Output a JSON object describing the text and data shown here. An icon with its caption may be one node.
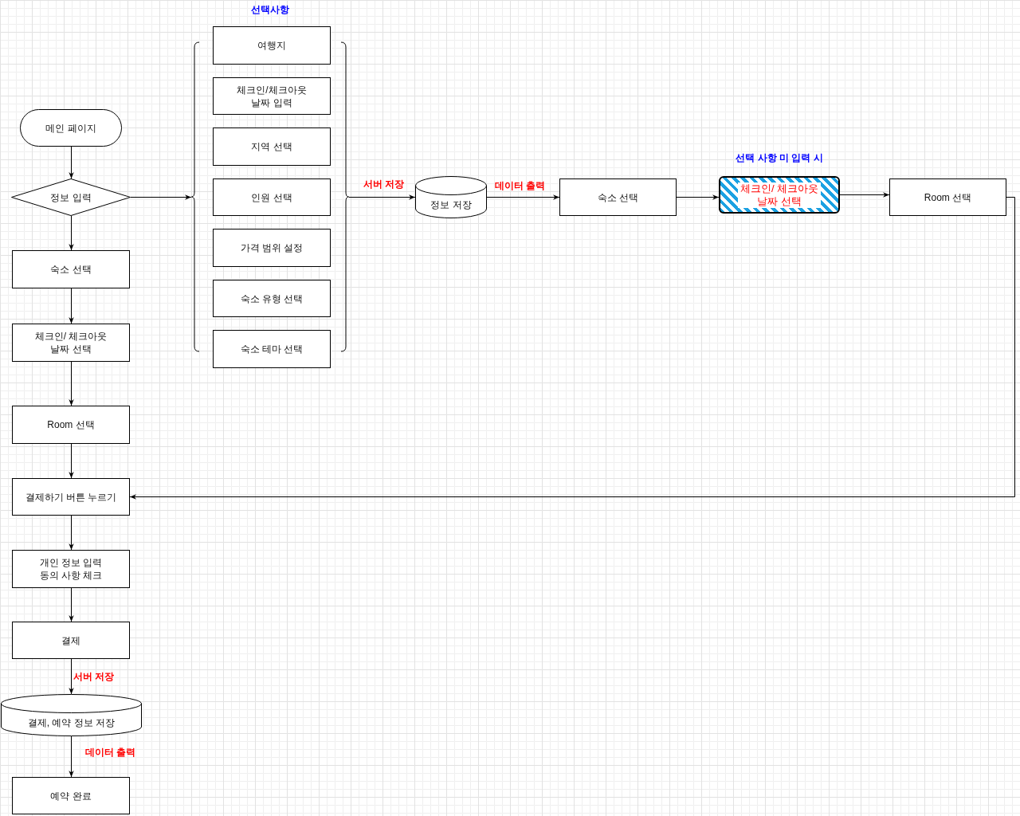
{
  "diagram": {
    "nodes": [
      {
        "text": [
          "메인 페이지"
        ]
      },
      {
        "text": [
          "정보 입력"
        ]
      },
      {
        "text": [
          "숙소 선택"
        ]
      },
      {
        "text": [
          "체크인/ 체크아웃 날짜 선택"
        ]
      },
      {
        "text": [
          "Room 선택"
        ]
      },
      {
        "text": [
          "결제하기 버튼 누르기"
        ]
      },
      {
        "text": [
          "개인 정보 입력 동의 사항 체크"
        ]
      },
      {
        "text": [
          "결제"
        ]
      },
      {
        "text": [
          "결제, 예약 정보 저장"
        ]
      },
      {
        "text": [
          "예약 완료"
        ]
      },
      {
        "text": [
          "선택사항"
        ]
      },
      {
        "text": [
          "여행지"
        ],
        "in": 10
      },
      {
        "text": [
          "체크인/체크아웃 날짜 입력"
        ],
        "in": 10
      },
      {
        "text": [
          "지역 선택"
        ],
        "in": 10
      },
      {
        "text": [
          "인원 선택"
        ],
        "in": 10
      },
      {
        "text": [
          "가격 범위 설정"
        ],
        "in": 10
      },
      {
        "text": [
          "숙소 유형 선택"
        ],
        "in": 10
      },
      {
        "text": [
          "숙소 테마 선택"
        ],
        "in": 10
      },
      {
        "text": [
          "정보 저장"
        ]
      },
      {
        "text": [
          "숙소 선택"
        ]
      },
      {
        "text": [
          "체크인/ 체크아웃 날짜 선택"
        ],
        "beside": [
          "선택 사항 미 입력 시"
        ]
      },
      {
        "text": [
          "Room 선택"
        ]
      }
    ],
    "edges": [
      {
        "from": 0,
        "to": 1,
        "arrow": "to"
      },
      {
        "from": 1,
        "to": 2,
        "arrow": "to"
      },
      {
        "from": 2,
        "to": 3,
        "arrow": "to"
      },
      {
        "from": 3,
        "to": 4,
        "arrow": "to"
      },
      {
        "from": 4,
        "to": 5,
        "arrow": "to"
      },
      {
        "from": 5,
        "to": 6,
        "arrow": "to"
      },
      {
        "from": 6,
        "to": 7,
        "arrow": "to"
      },
      {
        "from": 7,
        "to": 8,
        "arrow": "to",
        "label": "서버 저장"
      },
      {
        "from": 8,
        "to": 9,
        "arrow": "to",
        "label": "데이터 출력"
      },
      {
        "from": 1,
        "to": 10,
        "arrow": "to"
      },
      {
        "from": 10,
        "to": 18,
        "arrow": "to",
        "label": "서버 저장"
      },
      {
        "from": 18,
        "to": 19,
        "arrow": "to",
        "label": "데이터 출력"
      },
      {
        "from": 19,
        "to": 20,
        "arrow": "to"
      },
      {
        "from": 20,
        "to": 21,
        "arrow": "to"
      },
      {
        "from": 21,
        "to": 5,
        "arrow": "to"
      }
    ]
  }
}
